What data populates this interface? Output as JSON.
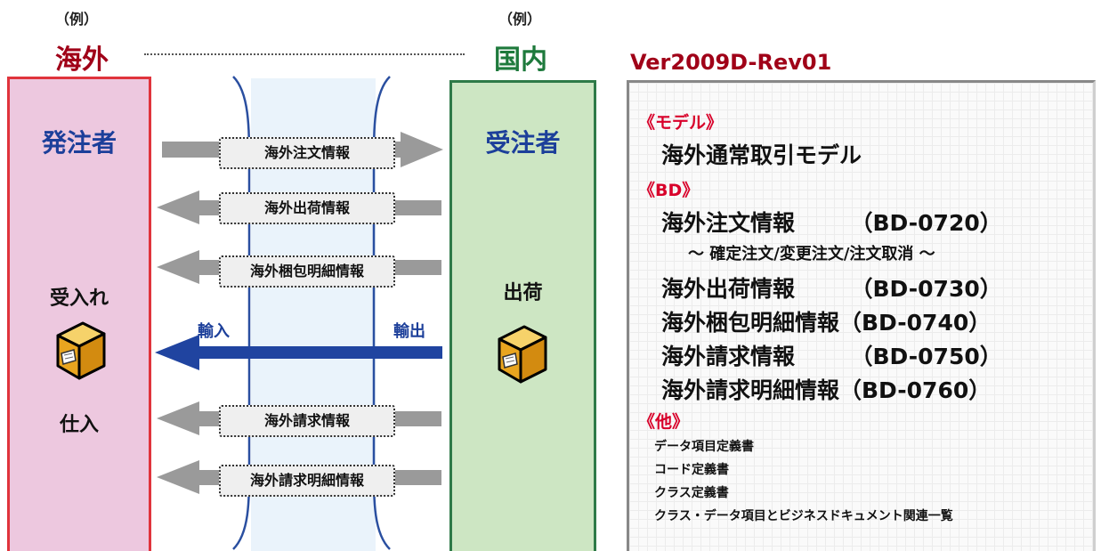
{
  "left": {
    "example": "（例）",
    "region": "海外",
    "role": "発注者",
    "receive": "受入れ",
    "purchase": "仕入"
  },
  "right": {
    "example": "（例）",
    "region": "国内",
    "role": "受注者",
    "ship": "出荷"
  },
  "messages": [
    "海外注文情報",
    "海外出荷情報",
    "海外梱包明細情報",
    "海外請求情報",
    "海外請求明細情報"
  ],
  "flow": {
    "import_label": "輸入",
    "export_label": "輸出"
  },
  "info_panel": {
    "version": "Ver2009D-Rev01",
    "model_heading": "《モデル》",
    "model_name": "海外通常取引モデル",
    "bd_heading": "《BD》",
    "bd_items": [
      "海外注文情報　　　（BD-0720）",
      "～ 確定注文/変更注文/注文取消 ～",
      "海外出荷情報　　　（BD-0730）",
      "海外梱包明細情報（BD-0740）",
      "海外請求情報　　　（BD-0750）",
      "海外請求明細情報（BD-0760）"
    ],
    "other_heading": "《他》",
    "other_items": [
      "データ項目定義書",
      "コード定義書",
      "クラス定義書",
      "クラス・データ項目とビジネスドキュメント関連一覧"
    ]
  },
  "colors": {
    "orderer_border": "#e0343c",
    "orderer_fill": "#edc8df",
    "supplier_border": "#2e7a48",
    "supplier_fill": "#cde6c3",
    "arrow_gray": "#9a9a9a",
    "arrow_blue": "#2044a0",
    "channel_fill": "#eaf3fb"
  }
}
